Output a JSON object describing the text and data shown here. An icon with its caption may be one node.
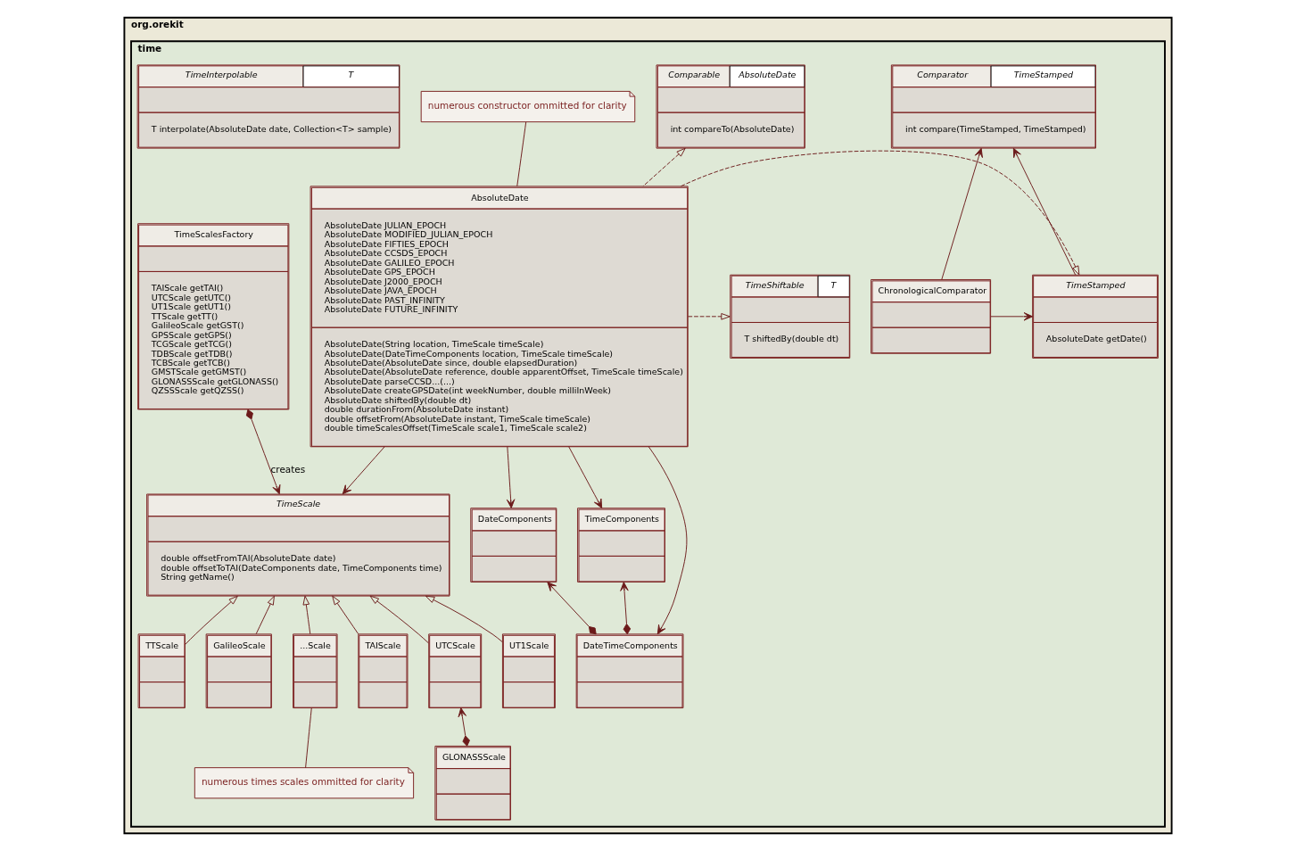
{
  "diagram": {
    "nodes": [
      {
        "text": [
          "org.orekit"
        ]
      },
      {
        "text": [
          "time"
        ],
        "in": 0
      },
      {
        "text": [
          "Comparator",
          "TimeStamped",
          "int compare(TimeStamped, TimeStamped)"
        ],
        "in": 1
      },
      {
        "text": [
          "Comparable",
          "AbsoluteDate",
          "int compareTo(AbsoluteDate)"
        ],
        "in": 1
      },
      {
        "text": [
          "numerous constructor ommitted for clarity"
        ],
        "in": 1
      },
      {
        "text": [
          "TimeInterpolable",
          "T",
          "T interpolate(AbsoluteDate date, Collection<T> sample)"
        ],
        "in": 1
      },
      {
        "text": [
          "TimeScalesFactory",
          "TAIScale getTAI()",
          "UTCScale getUTC()",
          "UT1Scale getUT1()",
          "TTScale getTT()",
          "GalileoScale getGST()",
          "GPSScale getGPS()",
          "TCGScale getTCG()",
          "TDBScale getTDB()",
          "TCBScale getTCB()",
          "GMSTScale getGMST()",
          "GLONASSScale getGLONASS()",
          "QZSSScale getQZSS()"
        ],
        "in": 1
      },
      {
        "text": [
          "ChronologicalComparator"
        ],
        "in": 1
      },
      {
        "text": [
          "TimeStamped",
          "AbsoluteDate getDate()"
        ],
        "in": 1
      },
      {
        "text": [
          "AbsoluteDate",
          "AbsoluteDate JULIAN_EPOCH",
          "AbsoluteDate MODIFIED_JULIAN_EPOCH",
          "AbsoluteDate FIFTIES_EPOCH",
          "AbsoluteDate CCSDS_EPOCH",
          "AbsoluteDate GALILEO_EPOCH",
          "AbsoluteDate GPS_EPOCH",
          "AbsoluteDate J2000_EPOCH",
          "AbsoluteDate JAVA_EPOCH",
          "AbsoluteDate PAST_INFINITY",
          "AbsoluteDate FUTURE_INFINITY",
          "AbsoluteDate(String location, TimeScale timeScale)",
          "AbsoluteDate(DateTimeComponents location, TimeScale timeScale)",
          "AbsoluteDate(AbsoluteDate since, double elapsedDuration)",
          "AbsoluteDate(AbsoluteDate reference, double apparentOffset, TimeScale timeScale)",
          "AbsoluteDate parseCCSD...(...)",
          "AbsoluteDate createGPSDate(int weekNumber, double milliInWeek)",
          "AbsoluteDate shiftedBy(double dt)",
          "double durationFrom(AbsoluteDate instant)",
          "double offsetFrom(AbsoluteDate instant, TimeScale timeScale)",
          "double timeScalesOffset(TimeScale scale1, TimeScale scale2)"
        ],
        "in": 1
      },
      {
        "text": [
          "TimeShiftable",
          "T",
          "T shiftedBy(double dt)"
        ],
        "in": 1
      },
      {
        "text": [
          "TimeScale",
          "double offsetFromTAI(AbsoluteDate date)",
          "double offsetToTAI(DateComponents date, TimeComponents time)",
          "String getName()"
        ],
        "in": 1
      },
      {
        "text": [
          "DateComponents"
        ],
        "in": 1
      },
      {
        "text": [
          "TimeComponents"
        ],
        "in": 1
      },
      {
        "text": [
          "TTScale"
        ],
        "in": 1
      },
      {
        "text": [
          "GalileoScale"
        ],
        "in": 1
      },
      {
        "text": [
          "...Scale"
        ],
        "in": 1
      },
      {
        "text": [
          "TAIScale"
        ],
        "in": 1
      },
      {
        "text": [
          "UTCScale"
        ],
        "in": 1
      },
      {
        "text": [
          "UT1Scale"
        ],
        "in": 1
      },
      {
        "text": [
          "DateTimeComponents"
        ],
        "in": 1
      },
      {
        "text": [
          "numerous times scales ommitted for clarity"
        ],
        "in": 1
      },
      {
        "text": [
          "GLONASSScale"
        ],
        "in": 1
      }
    ],
    "edges": [
      {
        "from": 7,
        "to": 2,
        "arrow": "to"
      },
      {
        "from": 8,
        "to": 2,
        "arrow": "to"
      },
      {
        "from": 9,
        "to": 3,
        "arrow": "to",
        "style": "dashed"
      },
      {
        "from": 4,
        "to": 9,
        "arrow": "none"
      },
      {
        "from": 7,
        "to": 8,
        "arrow": "to"
      },
      {
        "from": 9,
        "to": 8,
        "arrow": "to",
        "style": "dashed"
      },
      {
        "from": 9,
        "to": 10,
        "arrow": "to",
        "style": "dashed"
      },
      {
        "from": 6,
        "to": 11,
        "arrow": "to",
        "label": "creates"
      },
      {
        "from": 9,
        "to": 11,
        "arrow": "to"
      },
      {
        "from": 9,
        "to": 12,
        "arrow": "to"
      },
      {
        "from": 9,
        "to": 13,
        "arrow": "to"
      },
      {
        "from": 9,
        "to": 20,
        "arrow": "to"
      },
      {
        "from": 14,
        "to": 11,
        "arrow": "to"
      },
      {
        "from": 15,
        "to": 11,
        "arrow": "to"
      },
      {
        "from": 16,
        "to": 11,
        "arrow": "to"
      },
      {
        "from": 17,
        "to": 11,
        "arrow": "to"
      },
      {
        "from": 18,
        "to": 11,
        "arrow": "to"
      },
      {
        "from": 19,
        "to": 11,
        "arrow": "to"
      },
      {
        "from": 16,
        "to": 21,
        "arrow": "none"
      },
      {
        "from": 22,
        "to": 18,
        "arrow": "to"
      },
      {
        "from": 20,
        "to": 12,
        "arrow": "to"
      },
      {
        "from": 20,
        "to": 13,
        "arrow": "to"
      }
    ]
  }
}
